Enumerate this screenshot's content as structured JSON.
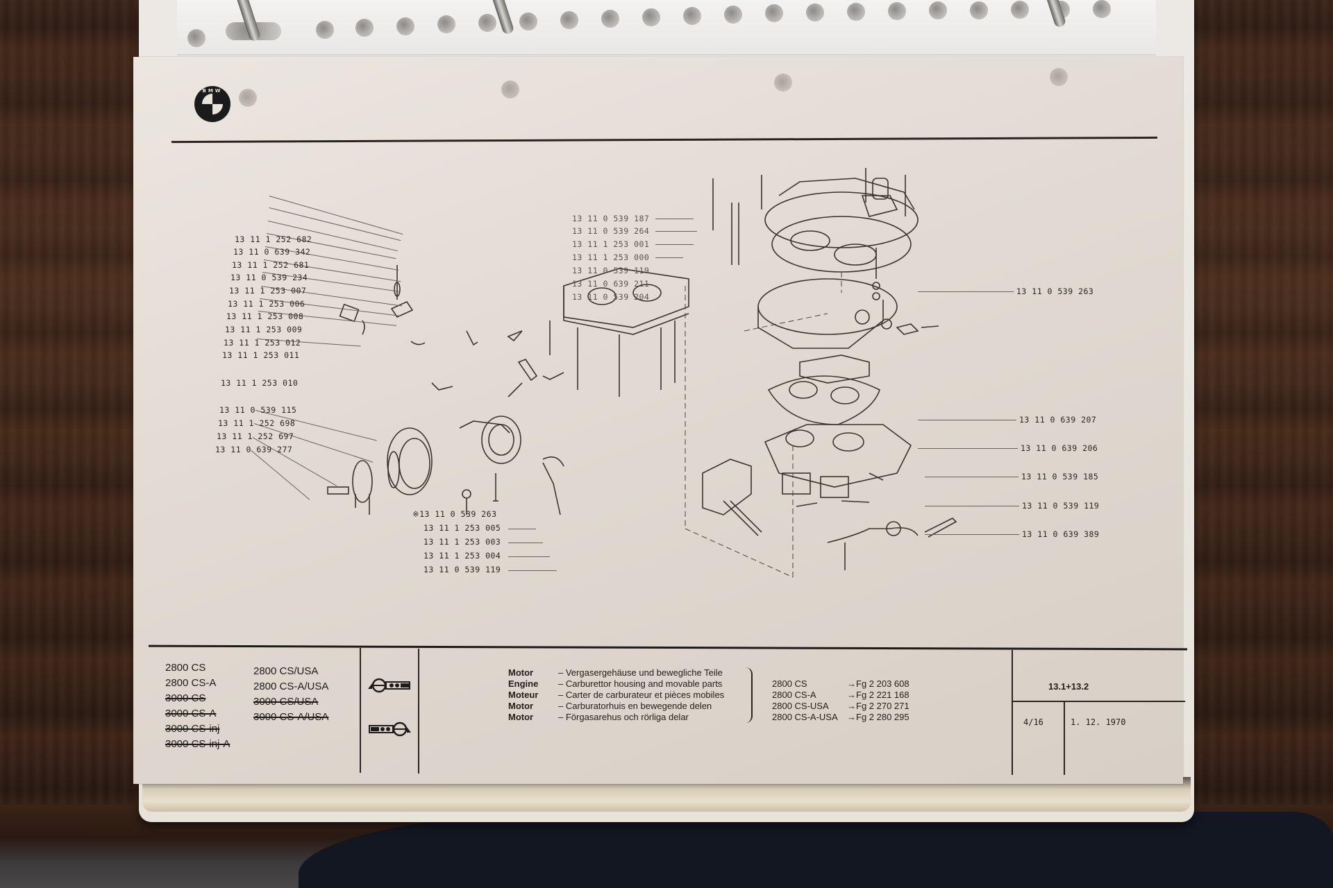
{
  "document": {
    "brand": "BMW",
    "brand_logo_letters": "BMW"
  },
  "diagram": {
    "left_labels": [
      "13 11 1 252 682",
      "13 11 0 639 342",
      "13 11 1 252 681",
      "13 11 0 539 234",
      "13 11 1 253 007",
      "13 11 1 253 006",
      "13 11 1 253 008",
      "13 11 1 253 009",
      "13 11 1 253 012",
      "13 11 1 253 011",
      "13 11 1 253 010",
      "13 11 0 539 115",
      "13 11 1 252 698",
      "13 11 1 252 697",
      "13 11 0 639 277"
    ],
    "bottom_center_labels": [
      "※13 11 0 539 263",
      "13 11 1 253 005",
      "13 11 1 253 003",
      "13 11 1 253 004",
      "13 11 0 539 119"
    ],
    "center_labels": [
      "13 11 0 539 187",
      "13 11 0 539 264",
      "13 11 1 253 001",
      "13 11 1 253 000",
      "13 11 0 539 119",
      "13 11 0 639 211",
      "13 11 0 539 204"
    ],
    "right_labels": [
      "13 11 0 539 263",
      "13 11 0 639 207",
      "13 11 0 639 206",
      "13 11 0 539 185",
      "13 11 0 539 119",
      "13 11 0 639 389"
    ]
  },
  "footer": {
    "models_col1": [
      {
        "label": "2800 CS",
        "struck": false
      },
      {
        "label": "2800 CS-A",
        "struck": false
      },
      {
        "label": "3000 CS",
        "struck": true
      },
      {
        "label": "3000 CS-A",
        "struck": true
      },
      {
        "label": "3000 CS-inj",
        "struck": true
      },
      {
        "label": "3000 CS-inj-A",
        "struck": true
      }
    ],
    "models_col2": [
      {
        "label": "2800 CS/USA",
        "struck": false
      },
      {
        "label": "2800 CS-A/USA",
        "struck": false
      },
      {
        "label": "3000 CS/USA",
        "struck": true
      },
      {
        "label": "3000 CS-A/USA",
        "struck": true
      }
    ],
    "steering_icons": [
      "left-hand-drive-icon",
      "right-hand-drive-icon"
    ],
    "description": [
      {
        "lang": "Motor",
        "text": "–  Vergasergehäuse und bewegliche Teile"
      },
      {
        "lang": "Engine",
        "text": "–  Carburettor housing and movable parts"
      },
      {
        "lang": "Moteur",
        "text": "–  Carter de carburateur et pièces mobiles"
      },
      {
        "lang": "Motor",
        "text": "–  Carburatorhuis  en bewegende delen"
      },
      {
        "lang": "Motor",
        "text": "–  Förgasarehus och rörliga delar"
      }
    ],
    "chassis": [
      {
        "model": "2800 CS",
        "range": "→Fg 2 203 608"
      },
      {
        "model": "2800 CS-A",
        "range": "→Fg 2 221 168"
      },
      {
        "model": "2800 CS-USA",
        "range": "→Fg 2 270 271"
      },
      {
        "model": "2800 CS-A-USA",
        "range": "→Fg 2 280 295"
      }
    ],
    "section": "13.1+13.2",
    "page": "4/16",
    "date": "1. 12. 1970"
  }
}
